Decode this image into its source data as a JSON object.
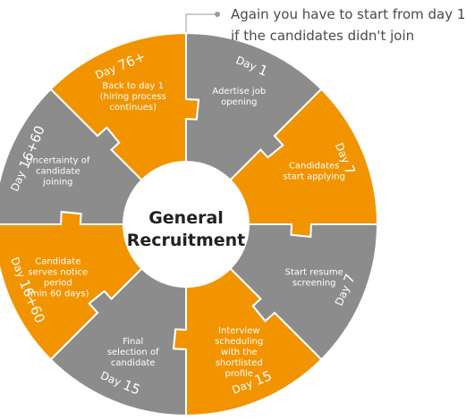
{
  "title": {
    "line1": "General",
    "line2": "Recruitment"
  },
  "note": {
    "line1": "Again you have to start from day 1",
    "line2": "if the candidates didn't join"
  },
  "colors": {
    "orange": "#F19400",
    "gray": "#8C8C8C",
    "text": "#4a4a4a"
  },
  "stages": [
    {
      "id": "s1",
      "day_prefix": "Day",
      "day_num": "1",
      "lines": [
        "Adertise job",
        "opening"
      ],
      "color": "gray"
    },
    {
      "id": "s2",
      "day_prefix": "Day",
      "day_num": "7",
      "lines": [
        "Candidates",
        "start applying"
      ],
      "color": "orange"
    },
    {
      "id": "s3",
      "day_prefix": "Day",
      "day_num": "7",
      "lines": [
        "Start resume",
        "screening"
      ],
      "color": "gray"
    },
    {
      "id": "s4",
      "day_prefix": "Day",
      "day_num": "15",
      "lines": [
        "Interview",
        "scheduling",
        "with the",
        "shortlisted",
        "profile"
      ],
      "color": "orange"
    },
    {
      "id": "s5",
      "day_prefix": "Day",
      "day_num": "15",
      "lines": [
        "Final",
        "selection of",
        "candidate"
      ],
      "color": "gray"
    },
    {
      "id": "s6",
      "day_prefix": "Day",
      "day_num": "16+60",
      "lines": [
        "Candidate",
        "serves notice",
        "period",
        "(min 60 days)"
      ],
      "color": "orange"
    },
    {
      "id": "s7",
      "day_prefix": "Day",
      "day_num": "16+60",
      "lines": [
        "Uncertainty of",
        "candidate",
        "joining"
      ],
      "color": "gray"
    },
    {
      "id": "s8",
      "day_prefix": "Day",
      "day_num": "76+",
      "lines": [
        "Back to day 1",
        "(hiring process",
        "continues)"
      ],
      "color": "orange"
    }
  ]
}
